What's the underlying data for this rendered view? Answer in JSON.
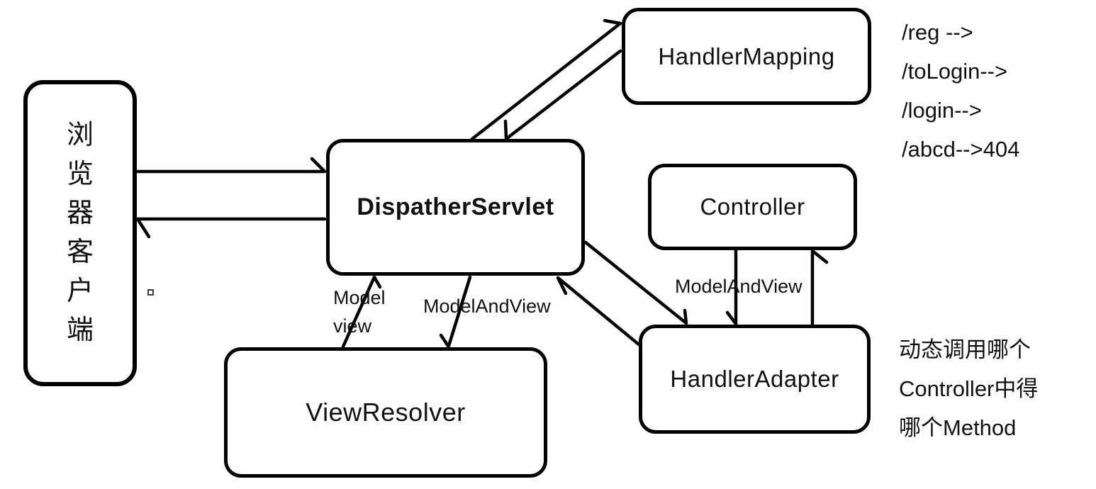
{
  "diagram_title": "SpringMVC DispatcherServlet flow diagram",
  "boxes": {
    "browser": {
      "label": "浏览器客户端",
      "chars": [
        "浏",
        "览",
        "器",
        "客",
        "户",
        "端"
      ]
    },
    "dispatcher": {
      "label": "DispatherServlet"
    },
    "handler_mapping": {
      "label": "HandlerMapping"
    },
    "controller": {
      "label": "Controller"
    },
    "handler_adapter": {
      "label": "HandlerAdapter"
    },
    "view_resolver": {
      "label": "ViewResolver"
    }
  },
  "edge_labels": {
    "model": "Model",
    "view": "view",
    "model_and_view_left": "ModelAndView",
    "model_and_view_right": "ModelAndView"
  },
  "annotations": {
    "routes": [
      "/reg -->",
      "/toLogin-->",
      "/login-->",
      "/abcd-->404"
    ],
    "adapter_note": [
      "动态调用哪个",
      "Controller中得",
      "哪个Method"
    ]
  },
  "colors": {
    "stroke": "#000000",
    "background": "#ffffff",
    "text": "#111111"
  }
}
